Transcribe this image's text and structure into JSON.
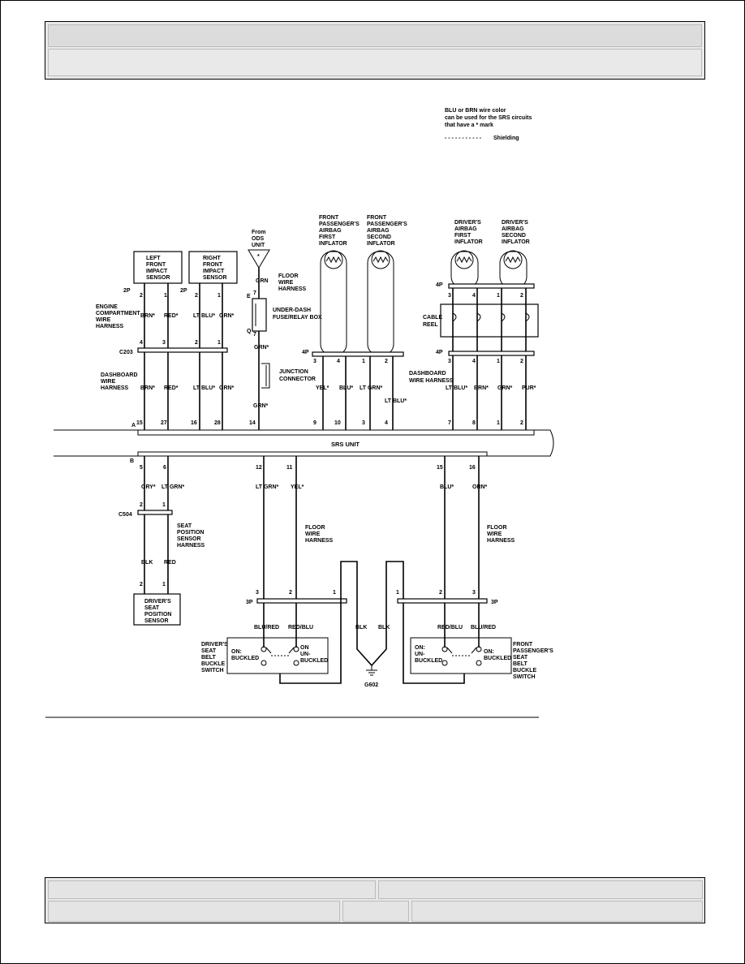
{
  "legend": {
    "note_line1": "BLU or BRN wire color",
    "note_line2": "can be used for the SRS circuits",
    "note_line3": "that have a * mark",
    "shield_dashes": "- - - - - - - - - - -",
    "shielding": "Shielding"
  },
  "components": {
    "lf_sensor": [
      "LEFT",
      "FRONT",
      "IMPACT",
      "SENSOR"
    ],
    "rf_sensor": [
      "RIGHT",
      "FRONT",
      "IMPACT",
      "SENSOR"
    ],
    "ods": [
      "From",
      "ODS",
      "UNIT"
    ],
    "fp_first": [
      "FRONT",
      "PASSENGER'S",
      "AIRBAG",
      "FIRST",
      "INFLATOR"
    ],
    "fp_second": [
      "FRONT",
      "PASSENGER'S",
      "AIRBAG",
      "SECOND",
      "INFLATOR"
    ],
    "drv_first": [
      "DRIVER'S",
      "AIRBAG",
      "FIRST",
      "INFLATOR"
    ],
    "drv_second": [
      "DRIVER'S",
      "AIRBAG",
      "SECOND",
      "INFLATOR"
    ],
    "floor_harness_top": [
      "FLOOR",
      "WIRE",
      "HARNESS"
    ],
    "engine_harness": [
      "ENGINE",
      "COMPARTMENT",
      "WIRE",
      "HARNESS"
    ],
    "dash_harness": [
      "DASHBOARD",
      "WIRE",
      "HARNESS"
    ],
    "dash_harness_right": [
      "DASHBOARD",
      "WIRE HARNESS"
    ],
    "underdash": [
      "UNDER-DASH",
      "FUSE/RELAY BOX"
    ],
    "junction": [
      "JUNCTION",
      "CONNECTOR"
    ],
    "cable_reel": [
      "CABLE",
      "REEL"
    ],
    "srs_unit": "SRS UNIT",
    "seat_harness": [
      "SEAT",
      "POSITION",
      "SENSOR",
      "HARNESS"
    ],
    "seat_sensor": [
      "DRIVER'S",
      "SEAT",
      "POSITION",
      "SENSOR"
    ],
    "floor_harness_left": [
      "FLOOR",
      "WIRE",
      "HARNESS"
    ],
    "floor_harness_right": [
      "FLOOR",
      "WIRE",
      "HARNESS"
    ],
    "drv_buckle": [
      "DRIVER'S",
      "SEAT",
      "BELT",
      "BUCKLE",
      "SWITCH"
    ],
    "fp_buckle": [
      "FRONT",
      "PASSENGER'S",
      "SEAT",
      "BELT",
      "BUCKLE",
      "SWITCH"
    ],
    "drv_sw_left": [
      "ON:",
      "BUCKLED"
    ],
    "drv_sw_right": [
      "ON",
      "UN-",
      "BUCKLED"
    ],
    "fp_sw_left": [
      "ON:",
      "UN-",
      "BUCKLED"
    ],
    "fp_sw_right": [
      "ON:",
      "BUCKLED"
    ],
    "ground": "G602"
  },
  "connectors": {
    "c2p_a": "2P",
    "c2p_b": "2P",
    "c4p_top": "4P",
    "c4p_dash": "4P",
    "c4p_fp": "4P",
    "c203": "C203",
    "c504": "C504",
    "c3p_l": "3P",
    "c3p_r": "3P",
    "srs_a": "A",
    "srs_b": "B",
    "e": "E",
    "q": "Q"
  },
  "pins": {
    "lf_top": [
      "2",
      "1"
    ],
    "rf_top": [
      "2",
      "1"
    ],
    "c203_top": [
      "4",
      "3",
      "2",
      "1"
    ],
    "srs_a": [
      "15",
      "27",
      "16",
      "28",
      "14",
      "9",
      "10",
      "3",
      "4",
      "7",
      "8",
      "1",
      "2"
    ],
    "ods": [
      "7",
      "7"
    ],
    "fp_conn": [
      "3",
      "4",
      "1",
      "2"
    ],
    "drv_top": [
      "3",
      "4",
      "1",
      "2"
    ],
    "drv_bot": [
      "3",
      "4",
      "1",
      "2"
    ],
    "srs_b": [
      "5",
      "6",
      "12",
      "11",
      "15",
      "16"
    ],
    "c504": [
      "2",
      "1"
    ],
    "seat_sensor": [
      "2",
      "1"
    ],
    "c3p_l": [
      "3",
      "2",
      "1"
    ],
    "c3p_r": [
      "1",
      "2",
      "3"
    ]
  },
  "wires": {
    "engine": [
      "BRN*",
      "RED*",
      "LT BLU*",
      "GRN*"
    ],
    "dash": [
      "BRN*",
      "RED*",
      "LT BLU*",
      "GRN*"
    ],
    "ods": [
      "GRN",
      "GRN*",
      "GRN*"
    ],
    "fp": [
      "YEL*",
      "BLU*",
      "LT GRN*",
      "LT BLU*"
    ],
    "drv": [
      "LT BLU*",
      "BRN*",
      "GRN*",
      "PUR*"
    ],
    "srs_b": [
      "GRY*",
      "LT GRN*",
      "LT GRN*",
      "YEL*",
      "BLU*",
      "ORN*"
    ],
    "seat": [
      "BLK",
      "RED"
    ],
    "buckle_l": [
      "BLU/RED",
      "RED/BLU"
    ],
    "ground": [
      "BLK",
      "BLK"
    ],
    "buckle_r": [
      "RED/BLU",
      "BLU/RED"
    ]
  }
}
